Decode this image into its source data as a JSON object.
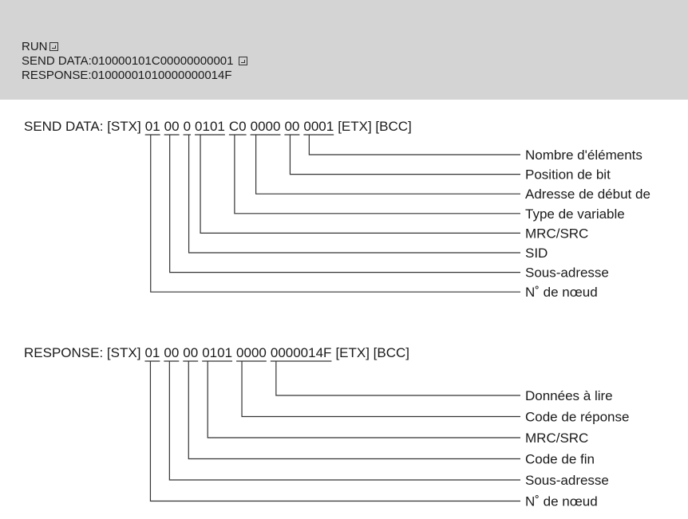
{
  "console": {
    "line1": "RUN",
    "line2": "SEND DATA:010000101C00000000001",
    "line3": "RESPONSE:01000001010000000014F",
    "enter_icon": "enter-key-icon"
  },
  "send": {
    "prefix": "SEND DATA: [STX]",
    "suffix": "[ETX] [BCC]",
    "fields": [
      "01",
      "00",
      "0",
      "0101",
      "C0",
      "0000",
      "00",
      "0001"
    ],
    "labels": [
      "N˚ de nœud",
      "Sous-adresse",
      "SID",
      "MRC/SRC",
      "Type de variable",
      "Adresse de début de",
      "Position de bit",
      "Nombre d'éléments"
    ]
  },
  "response": {
    "prefix": "RESPONSE:  [STX]",
    "suffix": "[ETX] [BCC]",
    "fields": [
      "01",
      "00",
      "00",
      "0101",
      "0000",
      "0000014F"
    ],
    "labels": [
      "N˚ de nœud",
      "Sous-adresse",
      "Code de fin",
      "MRC/SRC",
      "Code de réponse",
      "Données à lire"
    ]
  }
}
